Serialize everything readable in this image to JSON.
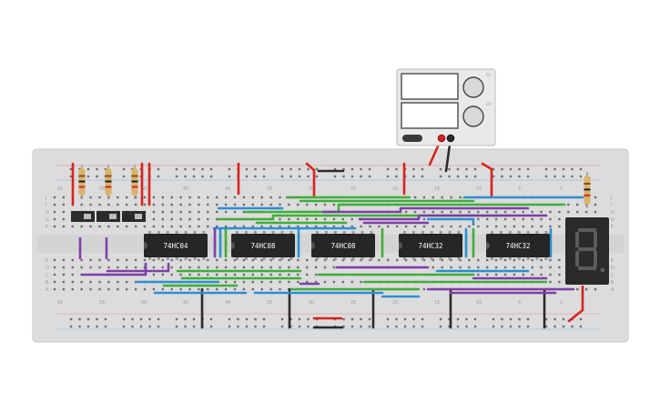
{
  "chips": [
    {
      "label": "74HC04"
    },
    {
      "label": "74HC08"
    },
    {
      "label": "74HC08"
    },
    {
      "label": "74HC32"
    },
    {
      "label": "74HC32"
    }
  ],
  "row_labels_top": [
    "J",
    "I",
    "H",
    "G",
    "F"
  ],
  "row_labels_bottom": [
    "E",
    "D",
    "C",
    "B",
    "A"
  ],
  "column_labels": [
    "1",
    "5",
    "10",
    "15",
    "20",
    "25",
    "30",
    "35",
    "40",
    "45",
    "50",
    "55",
    "60"
  ],
  "power_supply": {
    "knob_marks": [
      "CC",
      "CV"
    ]
  },
  "colors": {
    "breadboard": "#dcdcdc",
    "breadboard_edge": "#c9c9c9",
    "hole": "#6e6e6e",
    "chip_body": "#262626",
    "wire_red": "#d9231e",
    "wire_black": "#2b2b2b",
    "wire_green": "#3fae3a",
    "wire_blue": "#2a8fd4",
    "wire_purple": "#7d3fa8",
    "psu_body": "#e9e9e9",
    "display_body": "#2a2a2a",
    "segment_off": "#5c5c5c"
  },
  "icons": {
    "power_supply": "dc-power-supply",
    "seven_segment": "seven-segment-display",
    "switch": "slide-switch",
    "resistor": "resistor"
  }
}
